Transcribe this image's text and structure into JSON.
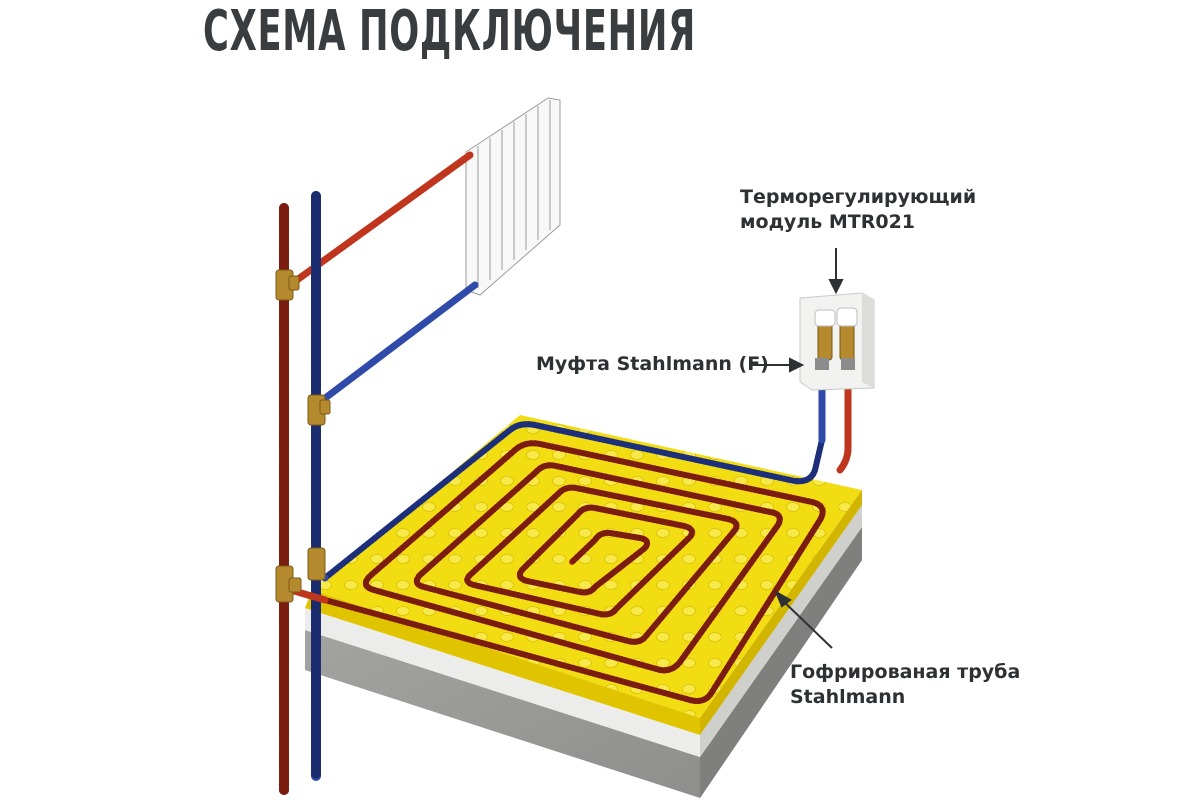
{
  "title": "СХЕМА ПОДКЛЮЧЕНИЯ",
  "labels": {
    "module_line1": "Терморегулирующий",
    "module_line2": "модуль MTR021",
    "coupling": "Муфта Stahlmann (F)",
    "pipe_line1": "Гофрированая труба",
    "pipe_line2": "Stahlmann"
  },
  "colors": {
    "hot_pipe": "#c0351e",
    "cold_pipe": "#2f4aa8",
    "mat": "#f2dd12",
    "brass": "#b58a2e",
    "concrete": "#9a9a98",
    "insulation": "#e9e9e6",
    "text": "#2e3134"
  }
}
